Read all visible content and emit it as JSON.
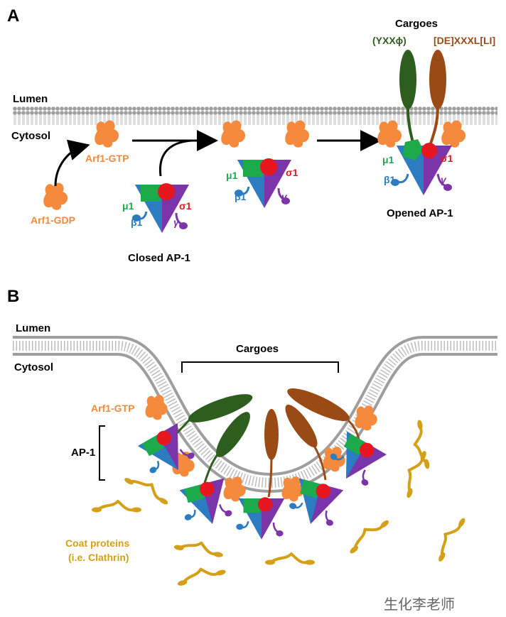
{
  "panel_a": {
    "letter": "A",
    "lumen": "Lumen",
    "cytosol": "Cytosol",
    "arf1_gdp": "Arf1-GDP",
    "arf1_gtp": "Arf1-GTP",
    "closed_ap1": "Closed AP-1",
    "opened_ap1": "Opened AP-1",
    "cargoes": "Cargoes",
    "motif_yxx": "(YXXϕ)",
    "motif_dexxxl": "[DE]XXXL[LI]",
    "mu1": "μ1",
    "sigma1": "σ1",
    "beta1": "β1",
    "gamma": "γ"
  },
  "panel_b": {
    "letter": "B",
    "lumen": "Lumen",
    "cytosol": "Cytosol",
    "cargoes": "Cargoes",
    "arf1_gtp": "Arf1-GTP",
    "ap1": "AP-1",
    "coat_line1": "Coat proteins",
    "coat_line2": "(i.e. Clathrin)"
  },
  "watermark": "生化李老师",
  "colors": {
    "arf": "#F58A3C",
    "mu1": "#1DAA4B",
    "sigma1": "#E8161E",
    "beta1": "#2B7CC1",
    "gamma": "#7B35A8",
    "yxx_cargo": "#2E5E1E",
    "dexxxl_cargo": "#9A4A14",
    "coat": "#D4A017",
    "membrane": "#BDBDBD"
  }
}
